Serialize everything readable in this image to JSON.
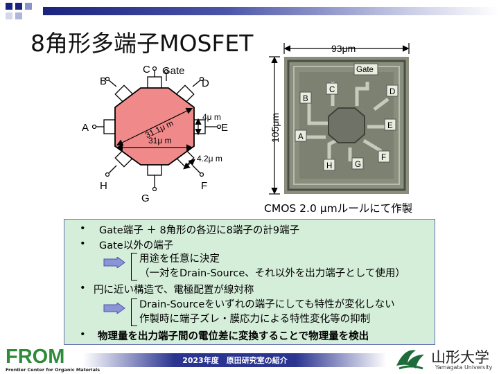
{
  "title": "8角形多端子MOSFET",
  "diagram": {
    "terminals": {
      "a": "A",
      "b": "B",
      "c": "C",
      "d": "D",
      "e": "E",
      "f": "F",
      "g": "G",
      "h": "H"
    },
    "gate_label": "Gate",
    "dim_diag": "31.1μ m",
    "dim_width": "31μ m",
    "dim_side": "4μ m",
    "dim_pad": "4.2μ m"
  },
  "photo": {
    "width_label": "93μm",
    "height_label": "105μm",
    "labels": {
      "gate": "Gate",
      "a": "A",
      "b": "B",
      "c": "C",
      "d": "D",
      "e": "E",
      "f": "F",
      "g": "G",
      "h": "H"
    }
  },
  "caption": "CMOS 2.0 μmルールにて作製",
  "summary": {
    "bullet": "•",
    "item1": "Gate端子 ＋ 8角形の各辺に8端子の計9端子",
    "item2": "Gate以外の端子",
    "item2_sub1": "用途を任意に決定",
    "item2_sub2": "（一対をDrain-Source、それ以外を出力端子として使用）",
    "item3": "円に近い構造で、電極配置が線対称",
    "item3_sub1": "Drain-Sourceをいずれの端子にしても特性が変化しない",
    "item3_sub2": "作製時に端子ズレ・膜応力による特性変化等の抑制",
    "item4": "物理量を出力端子間の電位差に変換することで物理量を検出"
  },
  "footer": {
    "org_logo": "FROM",
    "org_sub": "Frontier Center for Organic Materials",
    "center_text": "2023年度　原田研究室の紹介",
    "univ_name": "山形大学",
    "univ_eng": "Yamagata University"
  },
  "colors": {
    "accent": "#2b3590",
    "box_bg": "#d4eed9",
    "octagon": "#f08a8a",
    "from_green": "#2e8b3a"
  }
}
